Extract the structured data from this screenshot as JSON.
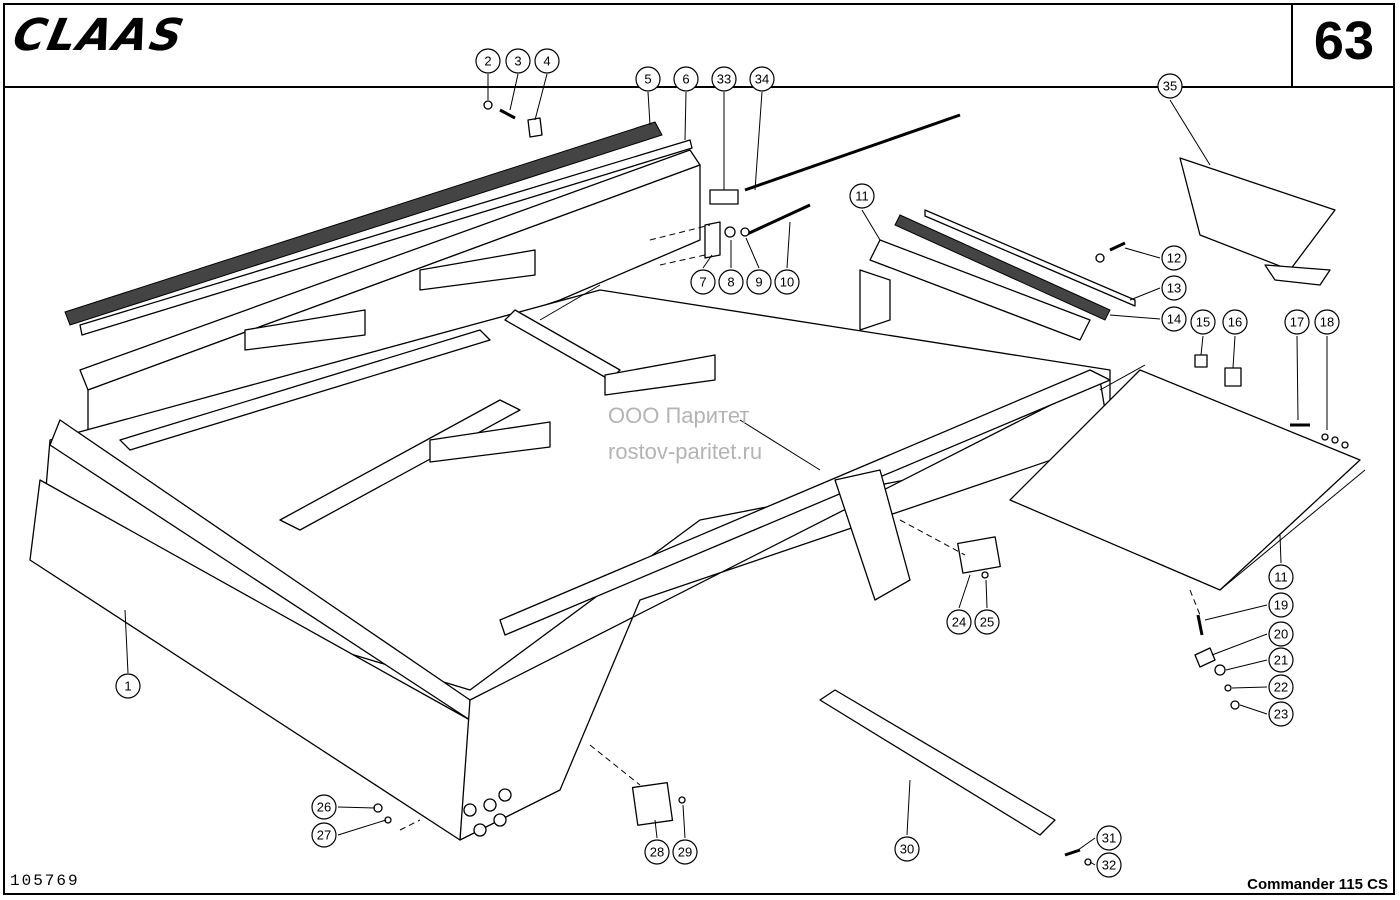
{
  "header": {
    "brand": "CLAAS",
    "page_number": "63"
  },
  "footer": {
    "drawing_number": "105769",
    "model": "Commander 115 CS"
  },
  "watermark": {
    "line1": "ООО Паритет",
    "line2": "rostov-paritet.ru"
  },
  "callouts": [
    {
      "id": "c1",
      "label": "1"
    },
    {
      "id": "c2",
      "label": "2"
    },
    {
      "id": "c3",
      "label": "3"
    },
    {
      "id": "c4",
      "label": "4"
    },
    {
      "id": "c5",
      "label": "5"
    },
    {
      "id": "c6",
      "label": "6"
    },
    {
      "id": "c7",
      "label": "7"
    },
    {
      "id": "c8",
      "label": "8"
    },
    {
      "id": "c9",
      "label": "9"
    },
    {
      "id": "c10",
      "label": "10"
    },
    {
      "id": "c11a",
      "label": "11"
    },
    {
      "id": "c11b",
      "label": "11"
    },
    {
      "id": "c12",
      "label": "12"
    },
    {
      "id": "c13",
      "label": "13"
    },
    {
      "id": "c14",
      "label": "14"
    },
    {
      "id": "c15",
      "label": "15"
    },
    {
      "id": "c16",
      "label": "16"
    },
    {
      "id": "c17",
      "label": "17"
    },
    {
      "id": "c18",
      "label": "18"
    },
    {
      "id": "c19",
      "label": "19"
    },
    {
      "id": "c20",
      "label": "20"
    },
    {
      "id": "c21",
      "label": "21"
    },
    {
      "id": "c22",
      "label": "22"
    },
    {
      "id": "c23",
      "label": "23"
    },
    {
      "id": "c24",
      "label": "24"
    },
    {
      "id": "c25",
      "label": "25"
    },
    {
      "id": "c26",
      "label": "26"
    },
    {
      "id": "c27",
      "label": "27"
    },
    {
      "id": "c28",
      "label": "28"
    },
    {
      "id": "c29",
      "label": "29"
    },
    {
      "id": "c30",
      "label": "30"
    },
    {
      "id": "c31",
      "label": "31"
    },
    {
      "id": "c32",
      "label": "32"
    },
    {
      "id": "c33",
      "label": "33"
    },
    {
      "id": "c34",
      "label": "34"
    },
    {
      "id": "c35",
      "label": "35"
    }
  ]
}
